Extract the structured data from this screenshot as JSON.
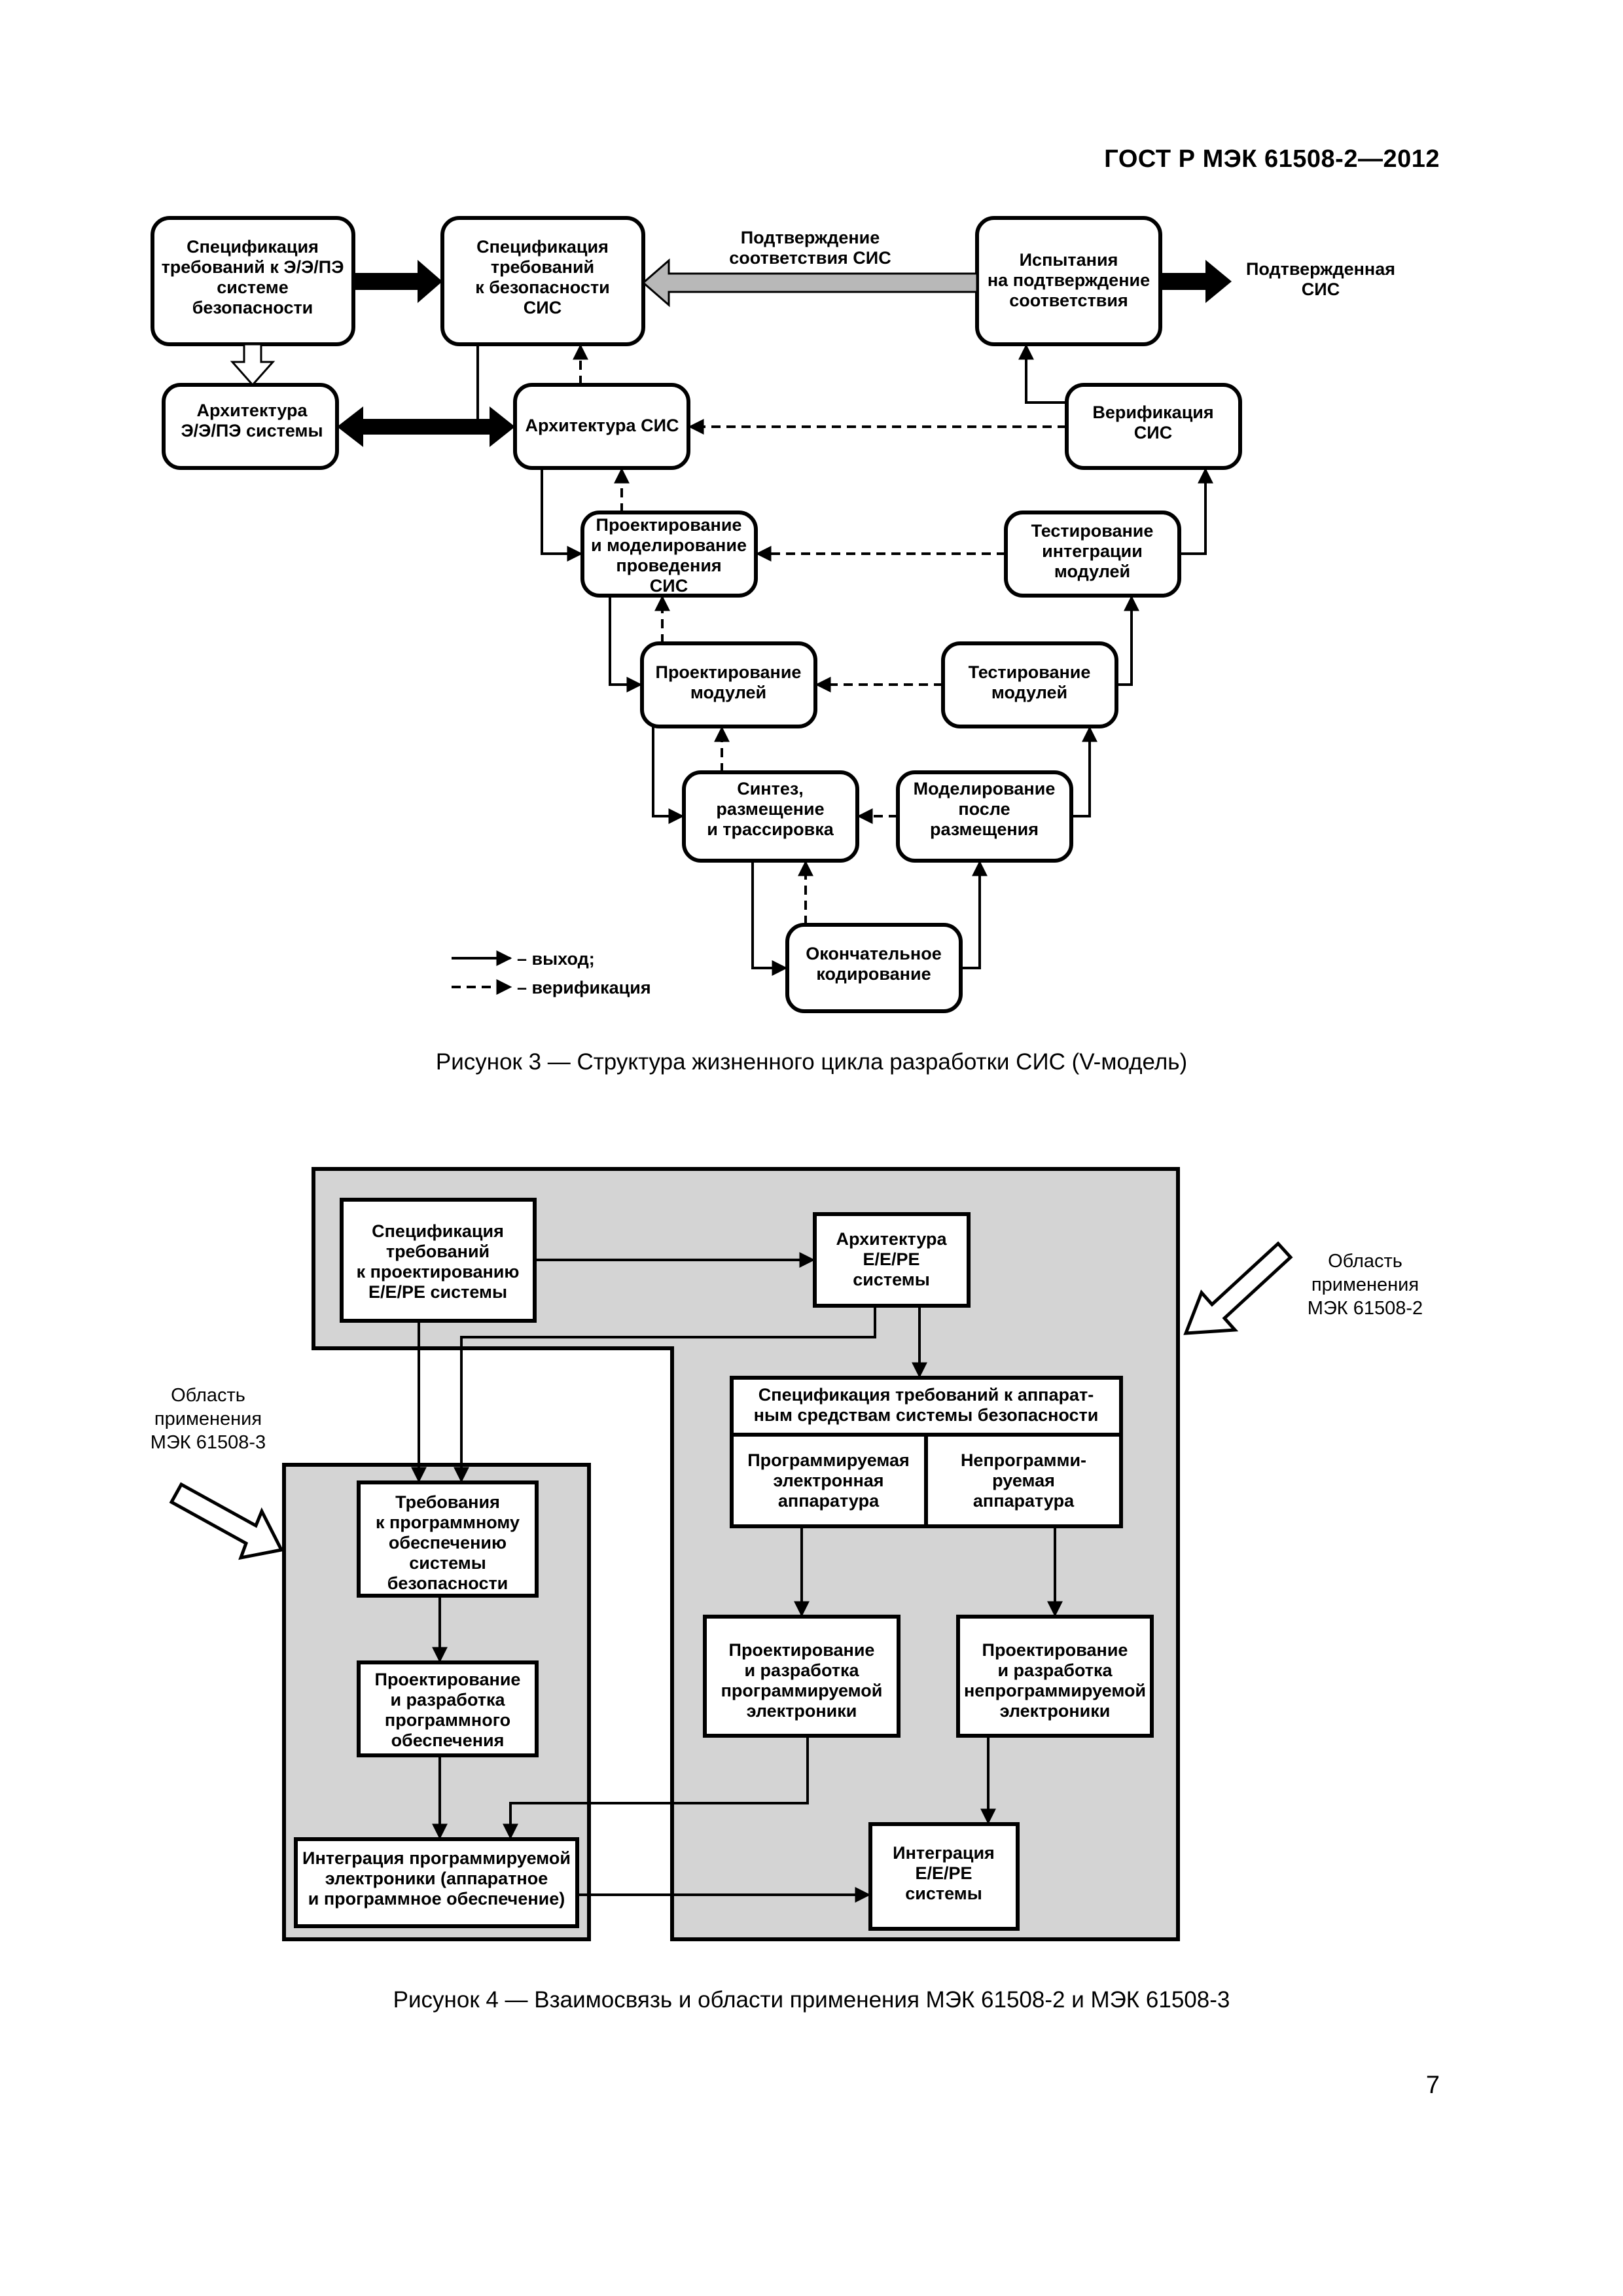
{
  "header": "ГОСТ Р МЭК 61508-2—2012",
  "figure3": {
    "boxes": {
      "spec_eepe": [
        "Спецификация",
        "требований к Э/Э/ПЭ",
        "системе",
        "безопасности"
      ],
      "arch_eepe": [
        "Архитектура",
        "Э/Э/ПЭ системы"
      ],
      "spec_sis": [
        "Спецификация",
        "требований",
        "к безопасности",
        "СИС"
      ],
      "test_confirm": [
        "Испытания",
        "на подтверждение",
        "соответствия"
      ],
      "arch_sis": [
        "Архитектура СИС"
      ],
      "verify_sis": [
        "Верификация",
        "СИС"
      ],
      "design_model": [
        "Проектирование",
        "и моделирование",
        "проведения",
        "СИС"
      ],
      "test_integration": [
        "Тестирование",
        "интеграции",
        "модулей"
      ],
      "design_modules": [
        "Проектирование",
        "модулей"
      ],
      "test_modules": [
        "Тестирование",
        "модулей"
      ],
      "synthesis": [
        "Синтез,",
        "размещение",
        "и трассировка"
      ],
      "post_layout_model": [
        "Моделирование",
        "после",
        "размещения"
      ],
      "final_coding": [
        "Окончательное",
        "кодирование"
      ]
    },
    "confirm_label": [
      "Подтверждение",
      "соответствия СИС"
    ],
    "confirmed_label": [
      "Подтвержденная",
      "СИС"
    ],
    "legend": {
      "output": "– выход;",
      "verification": "– верификация"
    },
    "caption": "Рисунок 3 — Структура жизненного цикла разработки СИС (V-модель)"
  },
  "figure4": {
    "boxes": {
      "spec_design": [
        "Спецификация",
        "требований",
        "к проектированию",
        "Е/Е/РЕ системы"
      ],
      "arch_eepe": [
        "Архитектура",
        "Е/Е/РЕ",
        "системы"
      ],
      "hw_spec": [
        "Спецификация требований к аппарат-",
        "ным средствам системы безопасности"
      ],
      "prog_hw": [
        "Программируемая",
        "электронная",
        "аппаратура"
      ],
      "nonprog_hw": [
        "Непрограмми-",
        "руемая",
        "аппаратура"
      ],
      "sw_req": [
        "Требования",
        "к программному",
        "обеспечению",
        "системы",
        "безопасности"
      ],
      "sw_design": [
        "Проектирование",
        "и разработка",
        "программного",
        "обеспечения"
      ],
      "prog_design": [
        "Проектирование",
        "и разработка",
        "программируемой",
        "электроники"
      ],
      "nonprog_design": [
        "Проектирование",
        "и разработка",
        "непрограммируемой",
        "электроники"
      ],
      "prog_integration": [
        "Интеграция программируемой",
        "электроники (аппаратное",
        "и программное обеспечение)"
      ],
      "eepe_integration": [
        "Интеграция",
        "Е/Е/РЕ",
        "системы"
      ]
    },
    "scope_2": [
      "Область",
      "применения",
      "МЭК 61508-2"
    ],
    "scope_3": [
      "Область",
      "применения",
      "МЭК 61508-3"
    ],
    "caption": "Рисунок 4 — Взаимосвязь и области применения МЭК 61508-2 и МЭК 61508-3"
  },
  "page_number": "7"
}
